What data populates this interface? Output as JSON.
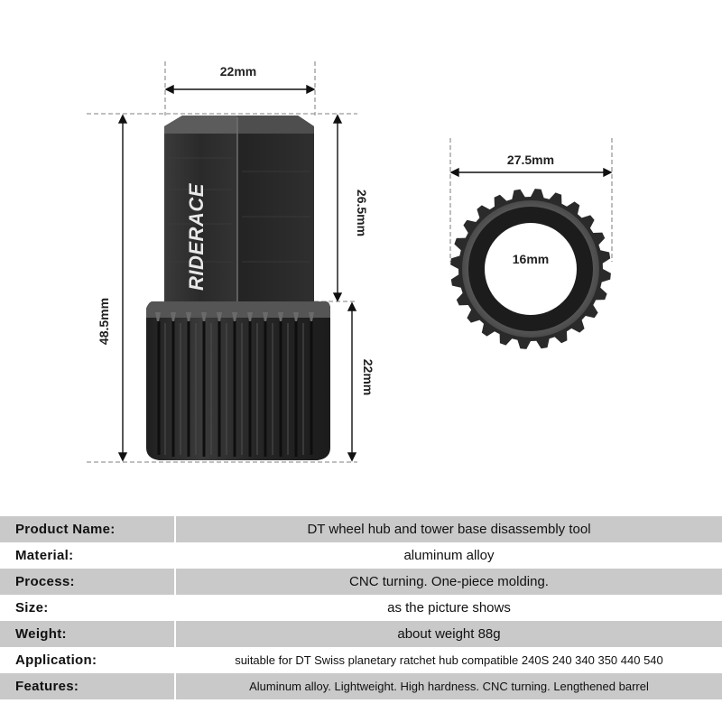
{
  "dimensions": {
    "hex_width": "22mm",
    "total_height": "48.5mm",
    "hex_height": "26.5mm",
    "spline_height": "22mm",
    "outer_diameter": "27.5mm",
    "inner_diameter": "16mm"
  },
  "logo_text": "RIDERACE",
  "colors": {
    "metal_dark": "#2e2e2e",
    "metal_light": "#6a6a6a",
    "row_shade": "#c9c9c9",
    "guide_line": "#9a9a9a"
  },
  "specs": [
    {
      "label": "Product Name:",
      "value": "DT wheel hub and tower base disassembly tool"
    },
    {
      "label": "Material:",
      "value": "aluminum alloy"
    },
    {
      "label": "Process:",
      "value": "CNC turning. One-piece molding."
    },
    {
      "label": "Size:",
      "value": "as the picture shows"
    },
    {
      "label": "Weight:",
      "value": "about weight 88g"
    },
    {
      "label": "Application:",
      "value": "suitable for DT Swiss planetary ratchet hub compatible 240S 240 340 350 440 540"
    },
    {
      "label": "Features:",
      "value": "Aluminum alloy. Lightweight. High hardness. CNC turning. Lengthened barrel"
    }
  ]
}
